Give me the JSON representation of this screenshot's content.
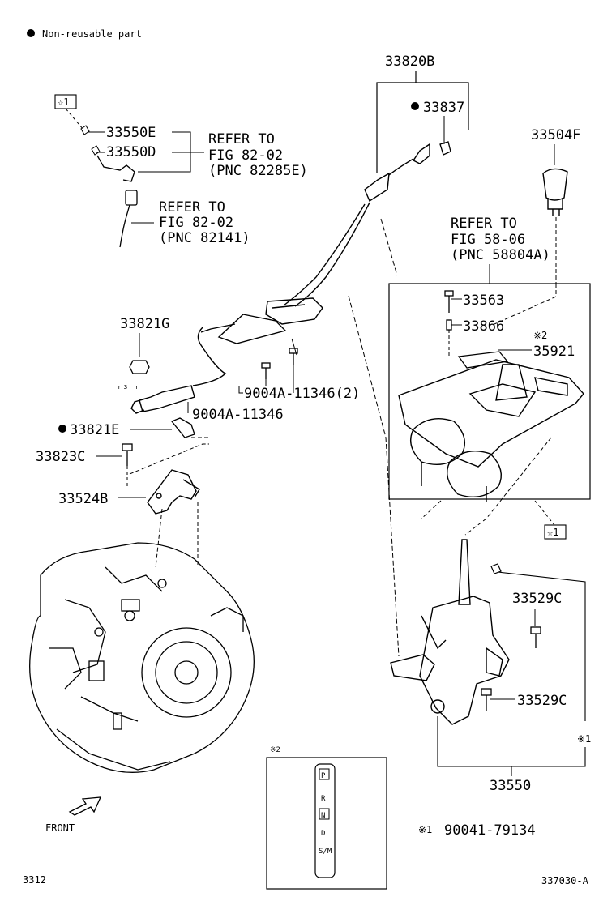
{
  "legend": {
    "marker": "●",
    "text": "Non-reusable part"
  },
  "star_ref": "☆1",
  "notes": {
    "n1": "※1",
    "n2": "※2"
  },
  "parts": {
    "p33820B": "33820B",
    "p33837": "33837",
    "p33504F": "33504F",
    "p33550E": "33550E",
    "p33550D": "33550D",
    "p33821G": "33821G",
    "p33563": "33563",
    "p33866": "33866",
    "p35921": "35921",
    "p33821E": "33821E",
    "p90041134_2": "9004A-11346(2)",
    "p90041134": "9004A-11346",
    "p33823C": "33823C",
    "p33524B": "33524B",
    "p33529C_a": "33529C",
    "p33529C_b": "33529C",
    "p33550": "33550",
    "p9004179134": "90041-79134"
  },
  "refs": {
    "r1": {
      "l1": "REFER TO",
      "l2": "FIG 82-02",
      "l3": "(PNC 82285E)"
    },
    "r2": {
      "l1": "REFER TO",
      "l2": "FIG 82-02",
      "l3": "(PNC 82141)"
    },
    "r3": {
      "l1": "REFER TO",
      "l2": "FIG 58-06",
      "l3": "(PNC 58804A)"
    }
  },
  "shift_pattern": [
    "P",
    "R",
    "N",
    "D",
    "S/M"
  ],
  "front": "FRONT",
  "page_code": "3312",
  "figure_code": "337030-A"
}
